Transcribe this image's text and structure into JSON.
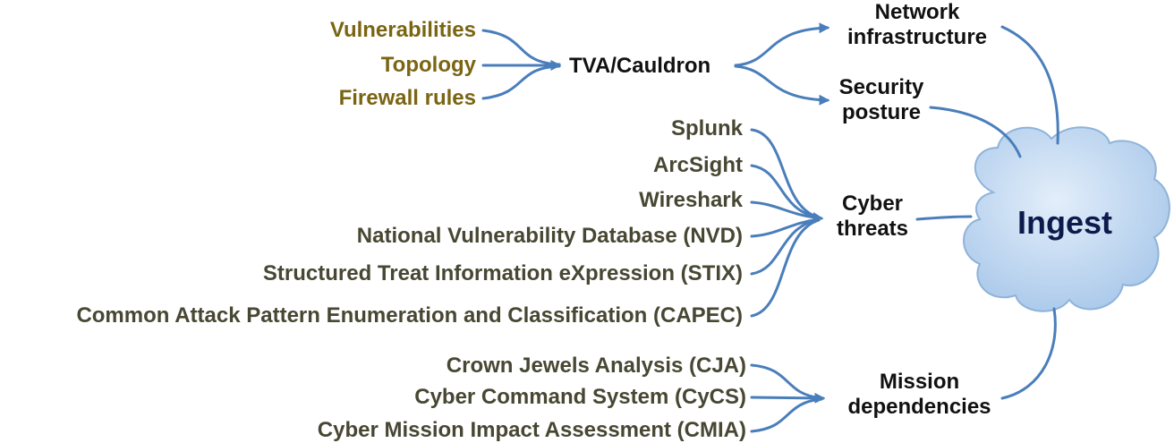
{
  "colors": {
    "arrow": "#4a7ebb",
    "cloud_fill": "#b9d4ee",
    "cloud_stroke": "#8fb3d9",
    "source_top": "#7a6512",
    "source_dark": "#474733",
    "target": "#111111"
  },
  "tva_sources": [
    "Vulnerabilities",
    "Topology",
    "Firewall rules"
  ],
  "tva_tool": "TVA/Cauldron",
  "tva_outputs": [
    {
      "line1": "Network",
      "line2": "infrastructure"
    },
    {
      "line1": "Security",
      "line2": "posture"
    }
  ],
  "threat_sources": [
    "Splunk",
    "ArcSight",
    "Wireshark",
    "National Vulnerability Database (NVD)",
    "Structured Treat Information eXpression (STIX)",
    "Common Attack Pattern Enumeration and Classification (CAPEC)"
  ],
  "threats_target": {
    "line1": "Cyber",
    "line2": "threats"
  },
  "mission_sources": [
    "Crown Jewels Analysis (CJA)",
    "Cyber Command System (CyCS)",
    "Cyber Mission Impact Assessment (CMIA)"
  ],
  "mission_target": {
    "line1": "Mission",
    "line2": "dependencies"
  },
  "hub": "Ingest"
}
